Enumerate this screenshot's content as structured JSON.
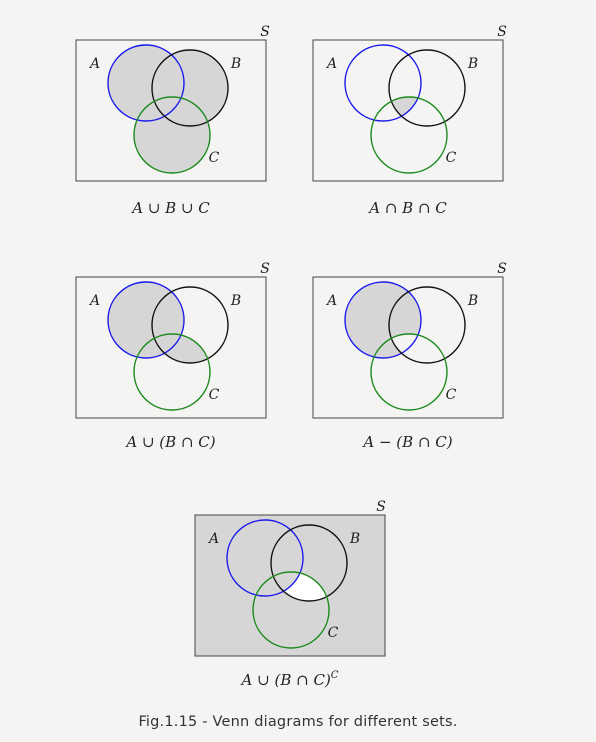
{
  "figure": {
    "caption": "Fig.1.15 - Venn diagrams for different sets.",
    "colors": {
      "background": "#f4f4f2",
      "shade": "#d6d6d6",
      "frame": "#444444",
      "set_a": "#1a1aee",
      "set_b": "#111111",
      "set_c": "#1a8a1a"
    },
    "panels": [
      {
        "label_universe": "S",
        "label_a": "A",
        "label_b": "B",
        "label_c": "C",
        "expression": "A ∪ B ∪ C",
        "shaded_regions": [
          "A",
          "B",
          "C"
        ]
      },
      {
        "label_universe": "S",
        "label_a": "A",
        "label_b": "B",
        "label_c": "C",
        "expression": "A ∩ B ∩ C",
        "shaded_regions": [
          "A∩B∩C"
        ]
      },
      {
        "label_universe": "S",
        "label_a": "A",
        "label_b": "B",
        "label_c": "C",
        "expression": "A ∪ (B ∩ C)",
        "shaded_regions": [
          "A",
          "B∩C"
        ]
      },
      {
        "label_universe": "S",
        "label_a": "A",
        "label_b": "B",
        "label_c": "C",
        "expression": "A − (B ∩ C)",
        "shaded_regions": [
          "A minus (B∩C)"
        ]
      },
      {
        "label_universe": "S",
        "label_a": "A",
        "label_b": "B",
        "label_c": "C",
        "expression": "A ∪ (B ∩ C)",
        "expression_superscript": "C",
        "shaded_regions": [
          "complement of (B∩C) minus A"
        ]
      }
    ]
  }
}
